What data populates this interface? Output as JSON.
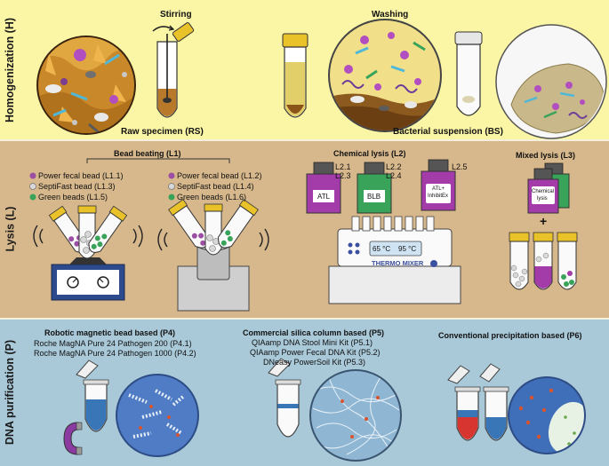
{
  "homogenization": {
    "side_label": "Homogenization (H)",
    "stirring": "Stirring",
    "washing": "Washing",
    "raw_specimen": "Raw specimen (RS)",
    "bacterial_suspension": "Bacterial suspension (BS)"
  },
  "lysis": {
    "side_label": "Lysis (L)",
    "bead_beating": "Bead beating (L1)",
    "left_beads": [
      "Power fecal bead (L1.1)",
      "SeptiFast bead (L1.3)",
      "Green beads (L1.5)"
    ],
    "right_beads": [
      "Power fecal bead (L1.2)",
      "SeptiFast bead (L1.4)",
      "Green beads (L1.6)"
    ],
    "chemical_lysis": "Chemical lysis (L2)",
    "chem_codes": {
      "a1": "L2.1",
      "a2": "L2.3",
      "b1": "L2.2",
      "b2": "L2.4",
      "c1": "L2.5"
    },
    "flask_atl": "ATL",
    "flask_blb": "BLB",
    "flask_atl_inh": [
      "ATL+",
      "InhibitEx"
    ],
    "temp_left": "65 °C",
    "temp_right": "95 °C",
    "thermomixer": "THERMO MIXER",
    "mixed_lysis": "Mixed lysis (L3)",
    "chemical_lysis_flask": [
      "Chemical",
      "lysis"
    ],
    "plus": "+"
  },
  "purification": {
    "side_label": "DNA purification (P)",
    "p4_title": "Robotic magnetic bead based (P4)",
    "p4_items": [
      "Roche MagNA Pure 24 Pathogen 200 (P4.1)",
      "Roche MagNA Pure 24 Pathogen 1000 (P4.2)"
    ],
    "p5_title": "Commercial silica column based (P5)",
    "p5_items": [
      "QIAamp DNA Stool Mini Kit (P5.1)",
      "QIAamp Power Fecal DNA Kit (P5.2)",
      "DNeasy PowerSoil Kit (P5.3)"
    ],
    "p6_title": "Conventional precipitation based (P6)"
  },
  "colors": {
    "homogenization_bg": "#fbf5a6",
    "lysis_bg": "#d7b88c",
    "purification_bg": "#a9c9d9",
    "power_fecal": "#9b4ea3",
    "septifast": "#d8d8d8",
    "green_bead": "#3aa35a"
  }
}
